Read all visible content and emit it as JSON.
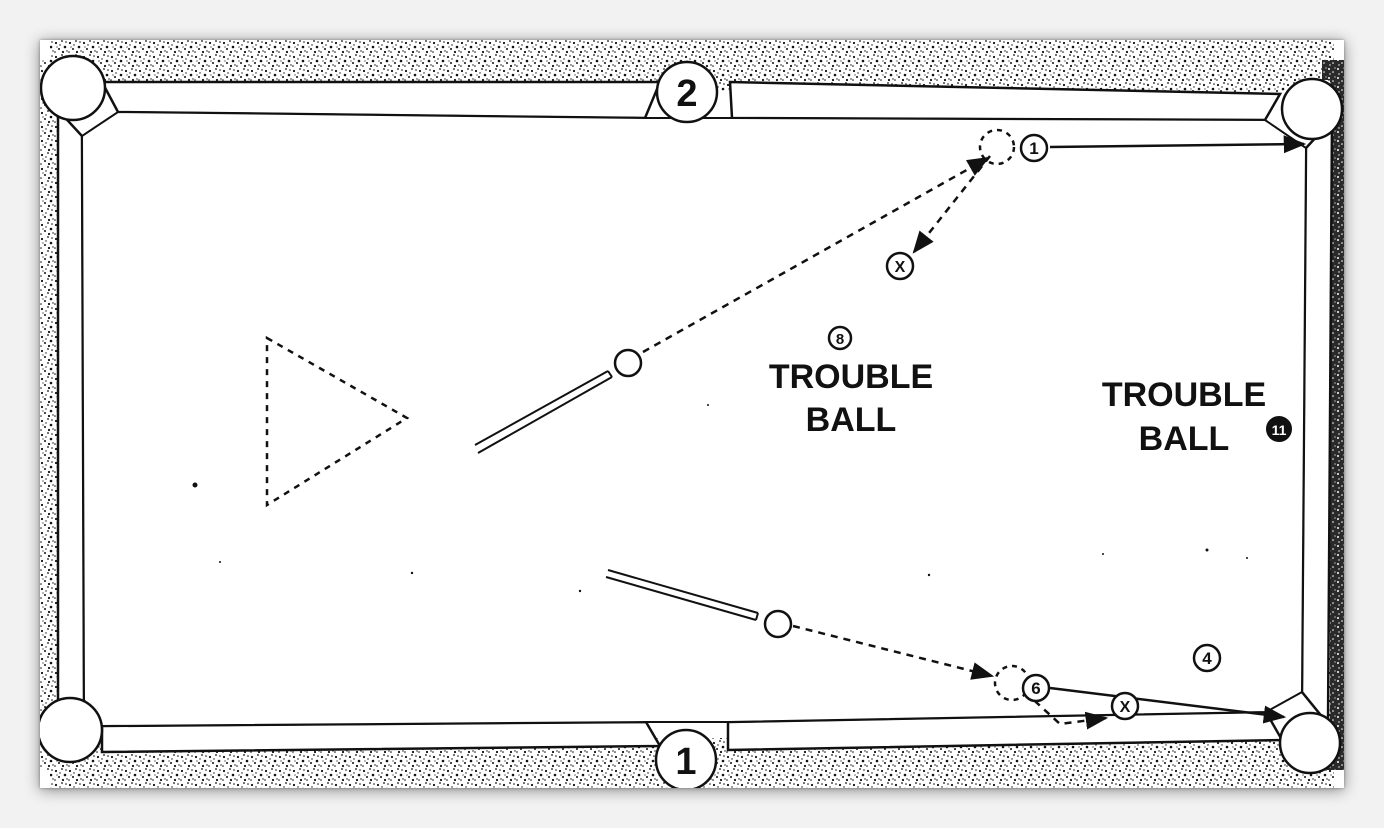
{
  "diagram": {
    "pocket_labels": {
      "top_side": "2",
      "bottom_side": "1"
    },
    "balls": {
      "b1": "1",
      "b8": "8",
      "b11": "11",
      "b4": "4",
      "b6": "6",
      "x_top": "X",
      "x_bottom": "X"
    },
    "labels": {
      "trouble_center": [
        "TROUBLE",
        "BALL"
      ],
      "trouble_right": [
        "TROUBLE",
        "BALL"
      ]
    },
    "colors": {
      "ink": "#111111",
      "felt": "#ffffff",
      "rail": "#1a1a1a"
    }
  }
}
